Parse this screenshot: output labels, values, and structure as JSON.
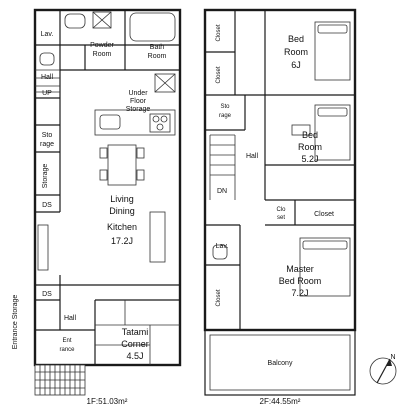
{
  "floor1": {
    "rooms": {
      "lav": "Lav.",
      "powder_room": [
        "Powder",
        "Room"
      ],
      "bath_room": [
        "Bath",
        "Room"
      ],
      "hall_top": "Hall",
      "up": "UP",
      "under_floor_storage": [
        "Under",
        "Floor",
        "Storage"
      ],
      "storage_1": [
        "Sto",
        "rage"
      ],
      "storage_2": "Storage",
      "ds_1": "DS",
      "ldk": [
        "Living",
        "Dining",
        "Kitchen",
        "17.2J"
      ],
      "ds_2": "DS",
      "hall_bottom": "Hall",
      "entrance": [
        "Ent",
        "rance"
      ],
      "entrance_storage": "Entrance Storage",
      "tatami": [
        "Tatami",
        "Corner",
        "4.5J"
      ]
    },
    "area": "1F:51.03m²"
  },
  "floor2": {
    "rooms": {
      "closet_1": "Closet",
      "closet_2": "Closet",
      "bed_room_1": [
        "Bed",
        "Room",
        "6J"
      ],
      "storage": [
        "Sto",
        "rage"
      ],
      "hall": "Hall",
      "bed_room_2": [
        "Bed",
        "Room",
        "5.2J"
      ],
      "dn": "DN",
      "closet_small": [
        "Clo",
        "set"
      ],
      "closet_3": "Closet",
      "lav": "Lav.",
      "master_bed_room": [
        "Master",
        "Bed Room",
        "7.2J"
      ],
      "closet_4": "Closet",
      "balcony": "Balcony"
    },
    "area": "2F:44.55m²"
  },
  "compass": "N"
}
